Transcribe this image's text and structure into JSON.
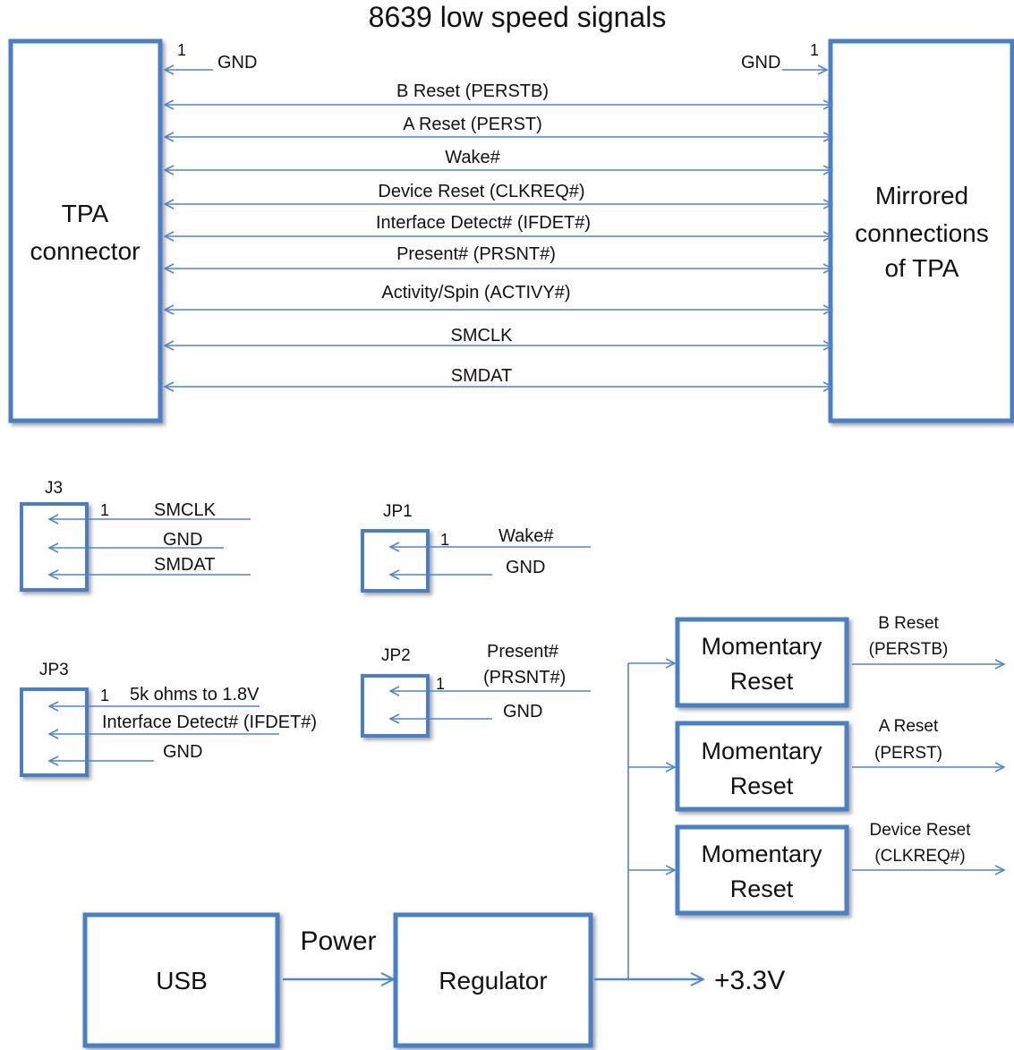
{
  "title": "8639 low speed signals",
  "tpa": {
    "left_label_1": "TPA",
    "left_label_2": "connector",
    "right_label_1": "Mirrored",
    "right_label_2": "connections",
    "right_label_3": "of TPA",
    "pin1": "1",
    "gnd_left": "GND",
    "gnd_right": "GND",
    "signals": [
      "B Reset (PERSTB)",
      "A Reset (PERST)",
      "Wake#",
      "Device Reset (CLKREQ#)",
      "Interface Detect# (IFDET#)",
      "Present# (PRSNT#)",
      "Activity/Spin (ACTIVY#)",
      "SMCLK",
      "SMDAT"
    ]
  },
  "headers": {
    "j3": {
      "name": "J3",
      "pin1": "1",
      "lines": [
        "SMCLK",
        "GND",
        "SMDAT"
      ]
    },
    "jp1": {
      "name": "JP1",
      "pin1": "1",
      "lines": [
        "Wake#",
        "GND"
      ]
    },
    "jp3": {
      "name": "JP3",
      "pin1": "1",
      "lines": [
        "5k ohms to 1.8V",
        "Interface Detect# (IFDET#)",
        "GND"
      ]
    },
    "jp2": {
      "name": "JP2",
      "pin1": "1",
      "lines_1": "Present#",
      "lines_2": "(PRSNT#)",
      "gnd": "GND"
    }
  },
  "resets": [
    {
      "box_1": "Momentary",
      "box_2": "Reset",
      "out_1": "B Reset",
      "out_2": "(PERSTB)"
    },
    {
      "box_1": "Momentary",
      "box_2": "Reset",
      "out_1": "A Reset",
      "out_2": "(PERST)"
    },
    {
      "box_1": "Momentary",
      "box_2": "Reset",
      "out_1": "Device Reset",
      "out_2": "(CLKREQ#)"
    }
  ],
  "power": {
    "usb": "USB",
    "power_label": "Power",
    "regulator": "Regulator",
    "output": "+3.3V"
  },
  "colors": {
    "line": "#4f86cc",
    "box_border": "#4a7ec8"
  }
}
